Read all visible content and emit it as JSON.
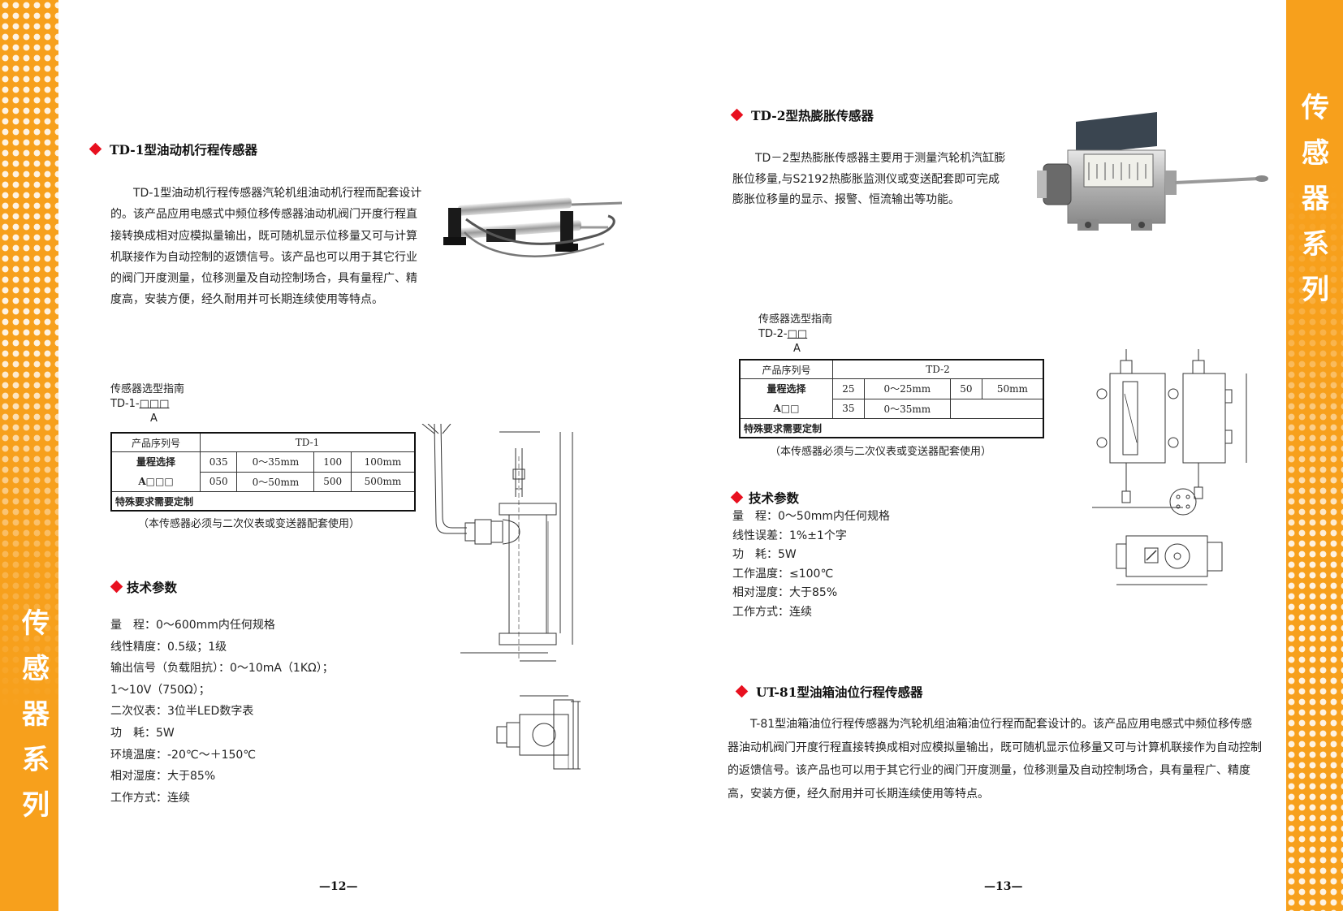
{
  "side_title_left": [
    "传",
    "感",
    "器",
    "系",
    "列"
  ],
  "side_title_right": [
    "传",
    "感",
    "器",
    "系",
    "列"
  ],
  "td1": {
    "title": "TD-1型油动机行程传感器",
    "description": "TD-1型油动机行程传感器汽轮机组油动机行程而配套设计的。该产品应用电感式中频位移传感器油动机阀门开度行程直接转换成相对应模拟量输出，既可随机显示位移量又可与计算机联接作为自动控制的返馈信号。该产品也可以用于其它行业的阀门开度测量，位移测量及自动控制场合，具有量程广、精度高，安装方便，经久耐用并可长期连续使用等特点。",
    "guide_title": "传感器选型指南",
    "guide_code_prefix": "TD-1-",
    "guide_code_boxes": "□□□",
    "guide_code_sub": "A",
    "table": {
      "serial_label": "产品序列号",
      "serial_value": "TD-1",
      "range_label": "量程选择",
      "range_code": "A□□□",
      "rows": [
        [
          "035",
          "0～35mm",
          "100",
          "100mm"
        ],
        [
          "050",
          "0～50mm",
          "500",
          "500mm"
        ]
      ],
      "special": "特殊要求需要定制"
    },
    "note": "（本传感器必须与二次仪表或变送器配套使用）",
    "params_title": "技术参数",
    "params": [
      "量　程：0～600mm内任何规格",
      "线性精度：0.5级；1级",
      "输出信号（负载阻抗）：0～10mA（1KΩ）；",
      "1～10V（750Ω）；",
      "二次仪表：3位半LED数字表",
      "功　耗：5W",
      "环境温度：-20℃～＋150℃",
      "相对湿度：大于85%",
      "工作方式：连续"
    ],
    "page_number": "—12—"
  },
  "td2": {
    "title": "TD-2型热膨胀传感器",
    "description": "TD－2型热膨胀传感器主要用于测量汽轮机汽缸膨胀位移量,与S2192热膨胀监测仪或变送配套即可完成膨胀位移量的显示、报警、恒流输出等功能。",
    "guide_title": "传感器选型指南",
    "guide_code_prefix": "TD-2-",
    "guide_code_boxes": "□□",
    "guide_code_sub": "A",
    "table": {
      "serial_label": "产品序列号",
      "serial_value": "TD-2",
      "range_label": "量程选择",
      "range_code": "A□□",
      "rows": [
        [
          "25",
          "0～25mm",
          "50",
          "50mm"
        ],
        [
          "35",
          "0～35mm",
          "",
          ""
        ]
      ],
      "special": "特殊要求需要定制"
    },
    "note": "（本传感器必须与二次仪表或变送器配套使用）",
    "params_title": "技术参数",
    "params": [
      "量　程：0～50mm内任何规格",
      "线性误差：1%±1个字",
      "功　耗：5W",
      "工作温度：≤100℃",
      "相对湿度：大于85%",
      "工作方式：连续"
    ]
  },
  "ut81": {
    "title": "UT-81型油箱油位行程传感器",
    "description": "T-81型油箱油位行程传感器为汽轮机组油箱油位行程而配套设计的。该产品应用电感式中频位移传感器油动机阀门开度行程直接转换成相对应模拟量输出，既可随机显示位移量又可与计算机联接作为自动控制的返馈信号。该产品也可以用于其它行业的阀门开度测量，位移测量及自动控制场合，具有量程广、精度高，安装方便，经久耐用并可长期连续使用等特点。",
    "page_number": "—13—"
  }
}
